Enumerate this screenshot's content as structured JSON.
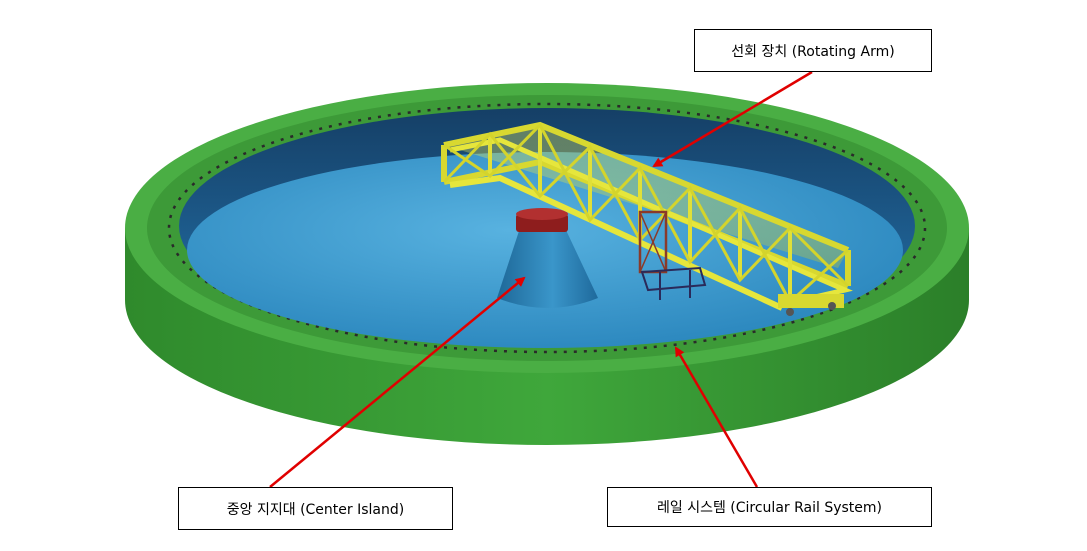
{
  "colors": {
    "tank_outer": "#3c9c38",
    "tank_rim": "#4fb548",
    "tank_inner_wall": "#1f6aa0",
    "water": "#2f8fc4",
    "truss": "#e2e238",
    "center_island": "#2d84b8",
    "bearing": "#8e1d1d",
    "arrow": "#e00000"
  },
  "labels": {
    "rotating_arm": "선회 장치 (Rotating Arm)",
    "center_island": "중앙 지지대 (Center Island)",
    "rail_system": "레일 시스템 (Circular Rail System)"
  }
}
